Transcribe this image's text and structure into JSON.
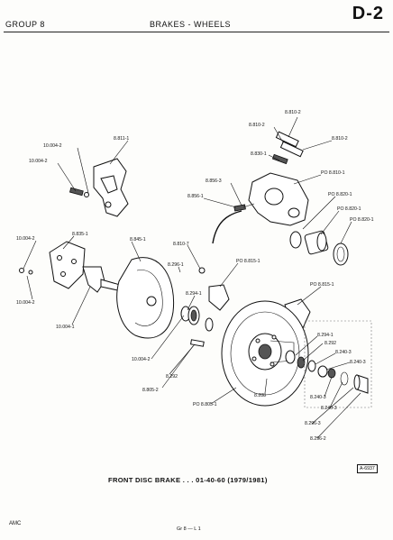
{
  "header": {
    "group": "GROUP 8",
    "section": "BRAKES - WHEELS",
    "page": "D-2"
  },
  "labels": {
    "l1": "8.810-2",
    "l2": "8.810-2",
    "l3": "8.810-2",
    "l4": "8.830-1",
    "l5": "8.811-1",
    "l6": "10.004-2",
    "l7": "10.004-2",
    "l8": "PO 8.810-1",
    "l9": "8.856-3",
    "l10": "8.856-1",
    "l11": "PO 8.820-1",
    "l12": "PO 8.820-1",
    "l13": "PO 8.820-1",
    "l14": "10.004-2",
    "l15": "8.835-1",
    "l16": "8.845-1",
    "l17": "8.810-7",
    "l18": "8.296-1",
    "l19": "PO 8.815-1",
    "l20": "8.294-1",
    "l21": "PO 8.815-1",
    "l22": "10.004-2",
    "l23": "10.004-1",
    "l24": "8.294-1",
    "l25": "8.292",
    "l26": "8.240-3",
    "l27": "8.240-3",
    "l28": "10.004-2",
    "l29": "8.292",
    "l30": "8.805-2",
    "l31": "8.288",
    "l32": "8.240-3",
    "l33": "8.240-3",
    "l34": "8.296-3",
    "l35": "PO 8.805-1",
    "l36": "8.296-2"
  },
  "caption": "FRONT DISC BRAKE . . . 01-40-60 (1979/1981)",
  "ref_code": "A-6937",
  "footer": {
    "brand": "AMC",
    "code": "Gr 8 — L 1"
  }
}
